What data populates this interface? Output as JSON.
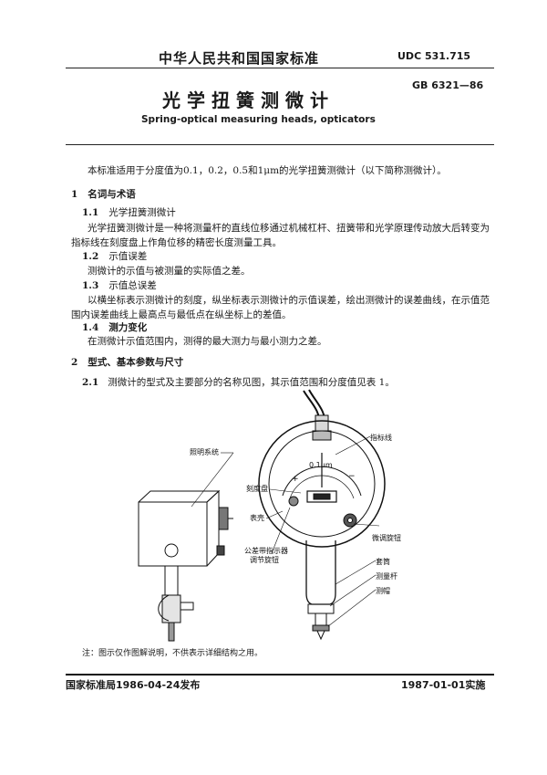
{
  "header": {
    "org": "中华人民共和国国家标准",
    "udc": "UDC 531.715",
    "gb": "GB 6321—86",
    "title_cn": "光学扭簧测微计",
    "title_en": "Spring-optical measuring heads, opticators"
  },
  "intro": "本标准适用于分度值为0.1，0.2，0.5和1μm的光学扭簧测微计（以下简称测微计）。",
  "sections": {
    "s1": {
      "num": "1",
      "title": "名词与术语"
    },
    "s1_1": {
      "num": "1.1",
      "title": "光学扭簧测微计",
      "body1": "光学扭簧测微计是一种将测量杆的直线位移通过机械杠杆、扭簧带和光学原理传动放大后转变为",
      "body2": "指标线在刻度盘上作角位移的精密长度测量工具。"
    },
    "s1_2": {
      "num": "1.2",
      "title": "示值误差",
      "body": "测微计的示值与被测量的实际值之差。"
    },
    "s1_3": {
      "num": "1.3",
      "title": "示值总误差",
      "body1": "以横坐标表示测微计的刻度，纵坐标表示测微计的示值误差，绘出测微计的误差曲线，在示值范",
      "body2": "围内误差曲线上最高点与最低点在纵坐标上的差值。"
    },
    "s1_4": {
      "num": "1.4",
      "title": "测力变化",
      "body": "在测微计示值范围内，测得的最大测力与最小测力之差。"
    },
    "s2": {
      "num": "2",
      "title": "型式、基本参数与尺寸"
    },
    "s2_1": {
      "num": "2.1",
      "body": "测微计的型式及主要部分的名称见图，其示值范围和分度值见表 1。"
    }
  },
  "figure": {
    "scale_label": "0.1μm",
    "scale_plus": "+",
    "scale_minus": "−",
    "labels": {
      "lighting": "照明系统",
      "scale_plate": "刻度盘",
      "case": "表壳",
      "index_line": "指标线",
      "fine_knob": "微调旋钮",
      "tol_knob_1": "公差带指示器",
      "tol_knob_2": "调节旋钮",
      "sleeve": "套筒",
      "rod": "测量杆",
      "cap": "测帽"
    }
  },
  "note": "注：图示仅作图解说明，不供表示详细结构之用。",
  "footer": {
    "issued": "国家标准局1986-04-24发布",
    "effective": "1987-01-01实施"
  }
}
